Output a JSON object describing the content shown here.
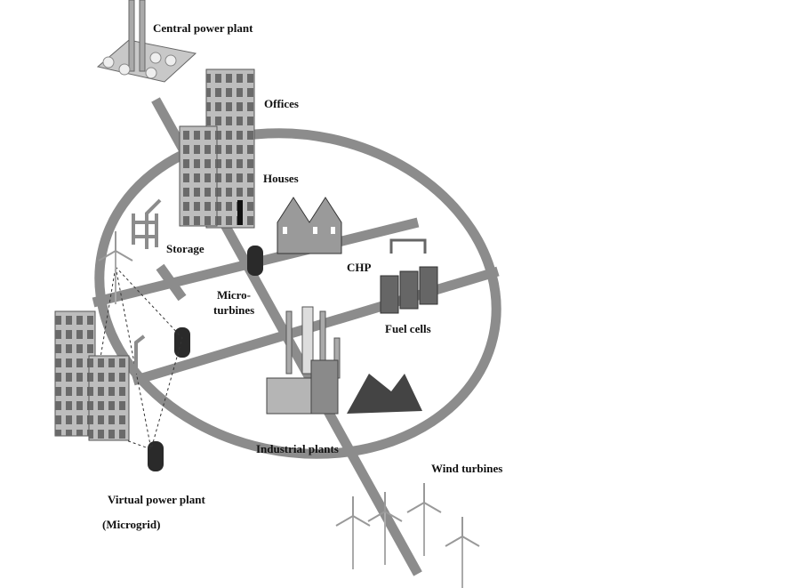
{
  "diagram": {
    "labels": {
      "central_power_plant": "Central power plant",
      "offices": "Offices",
      "houses": "Houses",
      "storage": "Storage",
      "chp": "CHP",
      "micro_turbines_1": "Micro-",
      "micro_turbines_2": "turbines",
      "fuel_cells": "Fuel cells",
      "industrial_plants": "Industrial plants",
      "wind_turbines": "Wind turbines",
      "virtual_power_plant": "Virtual power plant",
      "microgrid": "(Microgrid)"
    },
    "colors": {
      "road": "#8c8c8c",
      "building": "#bdbdbd",
      "turbine_unit": "#2a2a2a"
    }
  }
}
